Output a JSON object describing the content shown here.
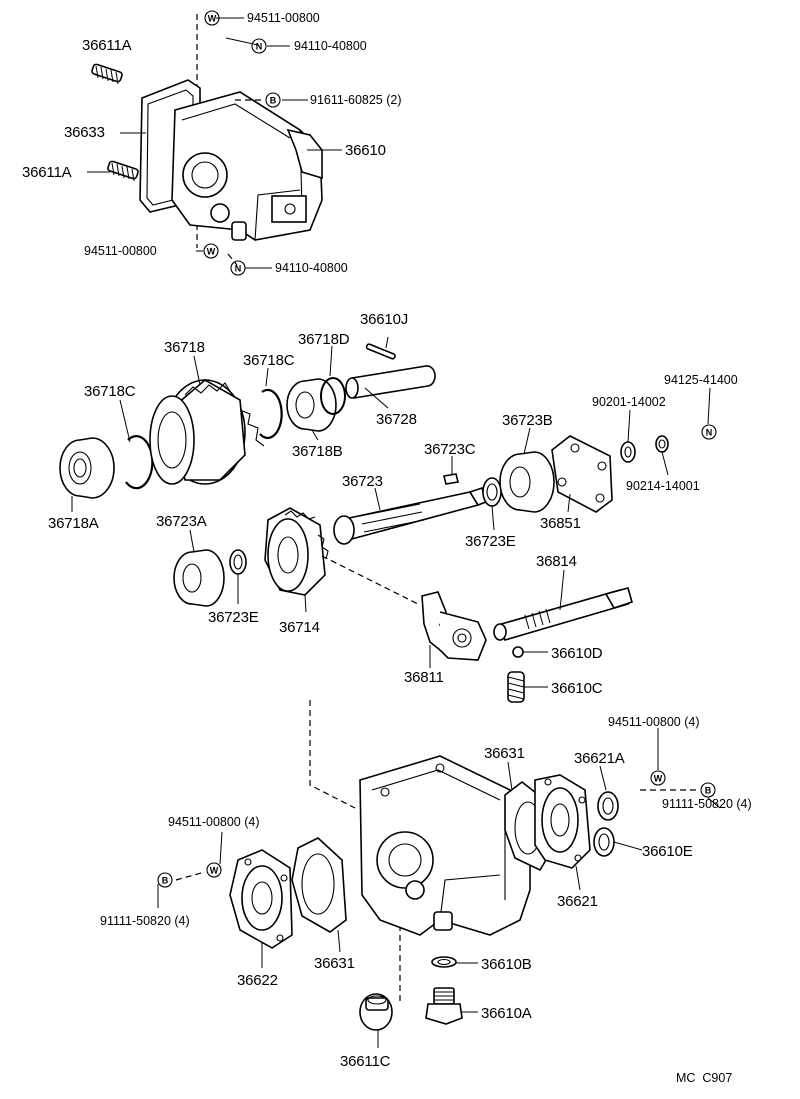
{
  "labels": {
    "top": {
      "p36611A_a": "36611A",
      "p36633": "36633",
      "p36611A_b": "36611A",
      "p36610": "36610",
      "w_94511_top": "94511-00800",
      "n_94110_top": "94110-40800",
      "b_91611": "91611-60825 (2)",
      "w_94511_bot": "94511-00800",
      "n_94110_bot": "94110-40800"
    },
    "middle": {
      "p36610J": "36610J",
      "p36718D": "36718D",
      "p36718": "36718",
      "p36718C_a": "36718C",
      "p36718C_b": "36718C",
      "p36728": "36728",
      "p36718B": "36718B",
      "p36718A": "36718A",
      "p36723C": "36723C",
      "p36723": "36723",
      "p36723B": "36723B",
      "p90201": "90201-14002",
      "p94125": "94125-41400",
      "p90214": "90214-14001",
      "p36851": "36851",
      "p36723E_a": "36723E",
      "p36723A": "36723A",
      "p36723E_b": "36723E",
      "p36714": "36714",
      "p36814": "36814",
      "p36811": "36811",
      "p36610D": "36610D",
      "p36610C": "36610C"
    },
    "bottom": {
      "w_94511_right": "94511-00800 (4)",
      "b_91111_right": "91111-50820 (4)",
      "p36631_a": "36631",
      "p36621A": "36621A",
      "p36610E": "36610E",
      "p36621": "36621",
      "w_94511_left": "94511-00800 (4)",
      "b_91111_left": "91111-50820 (4)",
      "p36622": "36622",
      "p36631_b": "36631",
      "p36610B": "36610B",
      "p36610A": "36610A",
      "p36611C": "36611C"
    }
  },
  "symbols": {
    "washer": "W",
    "nut": "N",
    "bolt": "B"
  },
  "footer": {
    "code": "MC  C907"
  }
}
